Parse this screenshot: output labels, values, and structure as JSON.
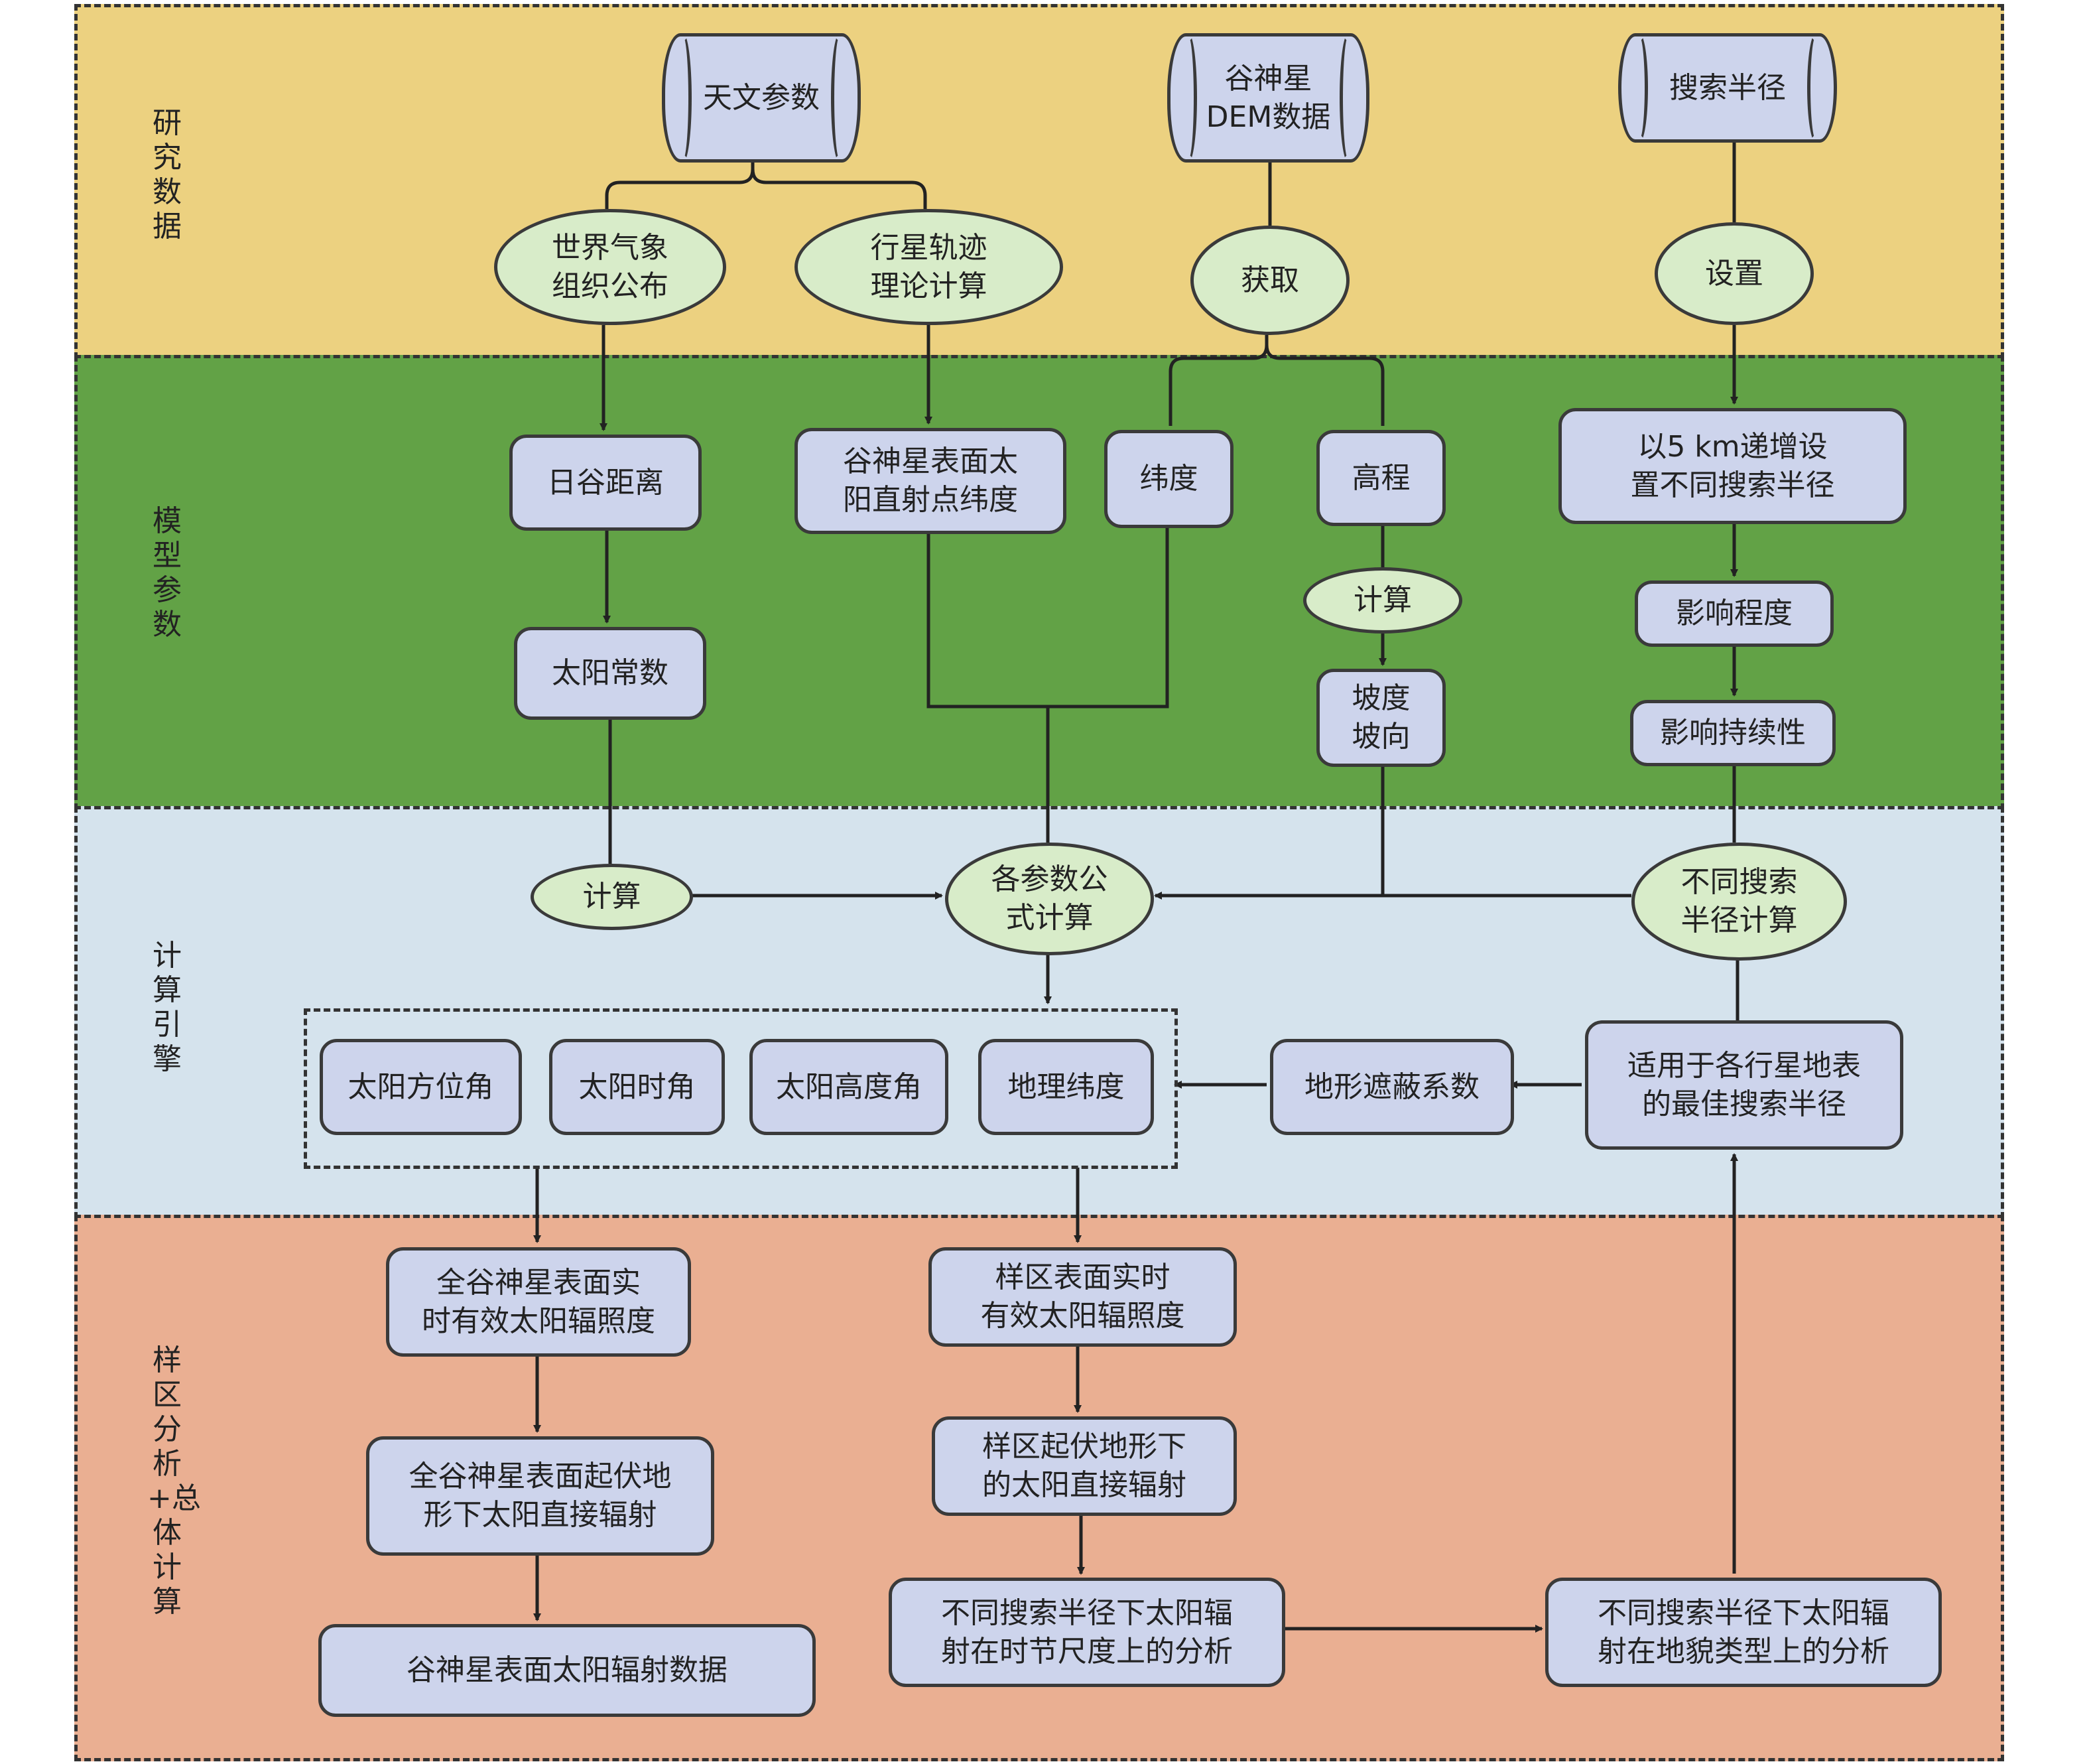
{
  "bands": {
    "research_data": "研究数据",
    "model_params": "模型参数",
    "compute_engine": "计算引擎",
    "analysis": "样区分析+总体计算"
  },
  "nodes": {
    "astro_params": "天文参数",
    "dem_data": "谷神星\nDEM数据",
    "search_radius": "搜索半径",
    "wmo": "世界气象\n组织公布",
    "orbit_theory": "行星轨迹\n理论计算",
    "acquire": "获取",
    "set": "设置",
    "sun_ceres_distance": "日谷距离",
    "subsolar_latitude": "谷神星表面太\n阳直射点纬度",
    "latitude": "纬度",
    "elevation": "高程",
    "radius_step": "以5 km递增设\n置不同搜索半径",
    "compute_a": "计算",
    "influence_degree": "影响程度",
    "solar_constant": "太阳常数",
    "slope_aspect": "坡度\n坡向",
    "influence_persistence": "影响持续性",
    "compute_b": "计算",
    "param_formulas": "各参数公\n式计算",
    "diff_radius_compute": "不同搜索\n半径计算",
    "solar_azimuth": "太阳方位角",
    "hour_angle": "太阳时角",
    "solar_altitude": "太阳高度角",
    "geo_latitude": "地理纬度",
    "terrain_shading": "地形遮蔽系数",
    "best_radius": "适用于各行星地表\n的最佳搜索半径",
    "global_effective": "全谷神星表面实\n时有效太阳辐照度",
    "sample_effective": "样区表面实时\n有效太阳辐照度",
    "global_direct": "全谷神星表面起伏地\n形下太阳直接辐射",
    "sample_direct": "样区起伏地形下\n的太阳直接辐射",
    "radiation_data": "谷神星表面太阳辐射数据",
    "temporal_analysis": "不同搜索半径下太阳辐\n射在时节尺度上的分析",
    "landform_analysis": "不同搜索半径下太阳辐\n射在地貌类型上的分析"
  }
}
